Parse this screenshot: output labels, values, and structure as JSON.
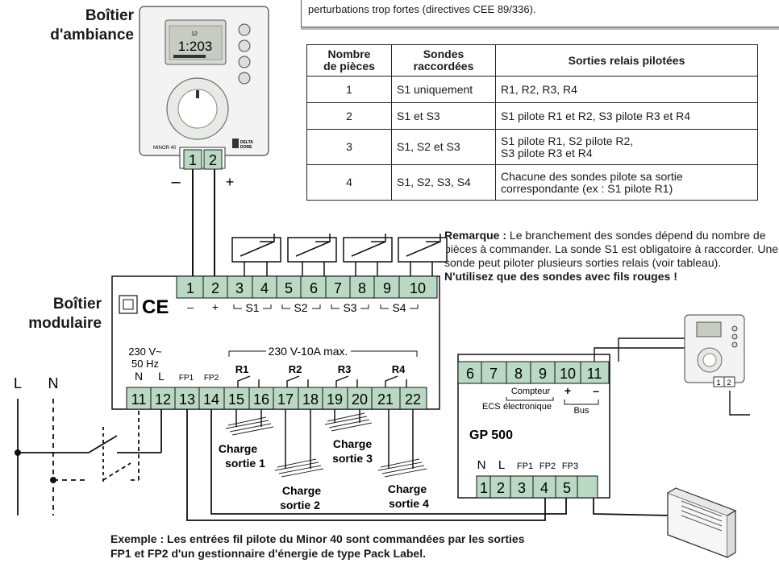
{
  "title_ambiance": [
    "Boîtier",
    "d'ambiance"
  ],
  "title_modulaire": [
    "Boîtier",
    "modulaire"
  ],
  "top_note": "perturbations trop fortes (directives CEE 89/336).",
  "thermostat": {
    "display_time": "1:203",
    "model": "MINOR 40",
    "brand": [
      "DELTA",
      "DORE"
    ],
    "display_top": "12"
  },
  "thermo_terminals": [
    "1",
    "2"
  ],
  "thermo_polarity": [
    "–",
    "+"
  ],
  "table": {
    "headers": [
      [
        "Nombre",
        "de pièces"
      ],
      [
        "Sondes",
        "raccordées"
      ],
      [
        "Sorties relais pilotées"
      ]
    ],
    "rows": [
      [
        "1",
        "S1 uniquement",
        "R1, R2, R3, R4"
      ],
      [
        "2",
        "S1 et S3",
        "S1 pilote R1 et R2, S3 pilote R3 et R4"
      ],
      [
        "3",
        "S1, S2 et S3",
        "S1 pilote R1, S2 pilote R2,|S3 pilote R3 et R4"
      ],
      [
        "4",
        "S1, S2, S3, S4",
        "Chacune des sondes pilote sa sortie|correspondante (ex : S1 pilote R1)"
      ]
    ]
  },
  "remarque": {
    "bold_prefix": "Remarque :",
    "text": "Le branchement des sondes dépend du nombre de pièces à commander. La sonde S1 est obligatoire à raccorder. Une sonde peut piloter plusieurs sorties relais (voir tableau).",
    "warning": "N'utilisez que des sondes avec fils rouges !"
  },
  "module": {
    "top_terminals": [
      "1",
      "2",
      "3",
      "4",
      "5",
      "6",
      "7",
      "8",
      "9",
      "10"
    ],
    "top_labels": [
      "–",
      "+",
      "S1",
      "S2",
      "S3",
      "S4"
    ],
    "ce_mark": "CE",
    "supply": [
      "230 V~",
      "50 Hz"
    ],
    "supply_nl": [
      "N",
      "L"
    ],
    "fp_labels": [
      "FP1",
      "FP2"
    ],
    "relay_rating": "230 V-10A max.",
    "relays": [
      "R1",
      "R2",
      "R3",
      "R4"
    ],
    "bottom_terminals": [
      "11",
      "12",
      "13",
      "14",
      "15",
      "16",
      "17",
      "18",
      "19",
      "20",
      "21",
      "22"
    ]
  },
  "mains": [
    "L",
    "N"
  ],
  "loads": [
    [
      "Charge",
      "sortie 1"
    ],
    [
      "Charge",
      "sortie 2"
    ],
    [
      "Charge",
      "sortie 3"
    ],
    [
      "Charge",
      "sortie 4"
    ]
  ],
  "gp500": {
    "name": "GP 500",
    "top_terminals": [
      "6",
      "7",
      "8",
      "9",
      "10",
      "11"
    ],
    "labels": {
      "ecs": "ECS",
      "compteur": [
        "Compteur",
        "électronique"
      ],
      "bus": "Bus",
      "plus": "+",
      "minus": "–"
    },
    "bottom_labels": [
      "N",
      "L",
      "FP1",
      "FP2",
      "FP3"
    ],
    "bottom_terminals": [
      "1",
      "2",
      "3",
      "4",
      "5"
    ]
  },
  "small_thermo_terminals": [
    "1",
    "2"
  ],
  "footer": [
    "Exemple : Les entrées fil pilote du Minor 40 sont commandées par les sorties",
    "FP1 et FP2 d'un gestionnaire d'énergie de type Pack Label."
  ],
  "colors": {
    "terminal": "#b9d9c4",
    "device": "#eef0ee",
    "line": "#111111"
  }
}
